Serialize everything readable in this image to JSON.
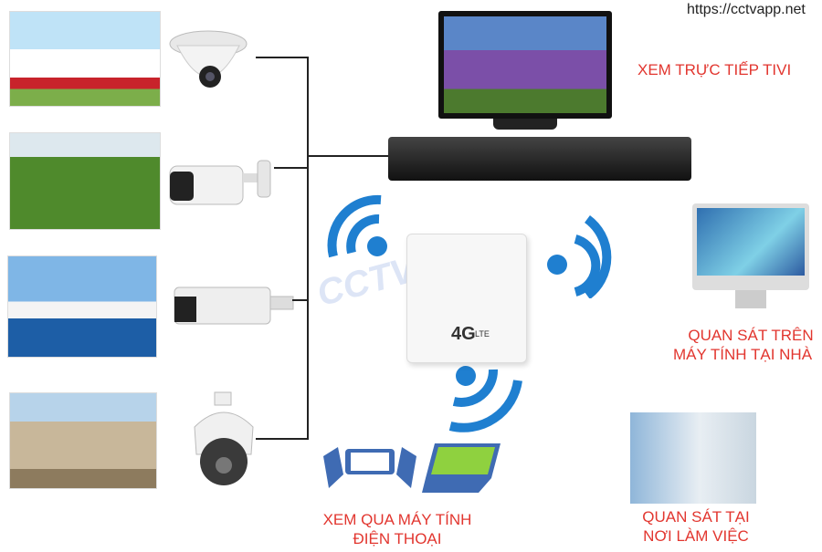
{
  "website": "https://cctvapp.net",
  "watermark": "CCTV APP",
  "router_badge": {
    "main": "4G",
    "sub": "LTE"
  },
  "labels": {
    "tv": "XEM TRỰC TIẾP TIVI",
    "home_pc": [
      "QUAN SÁT TRÊN",
      "MÁY TÍNH TẠI NHÀ"
    ],
    "mobile": [
      "XEM QUA MÁY TÍNH",
      "ĐIỆN THOẠI"
    ],
    "office": [
      "QUAN SÁT TẠI",
      "NƠI LÀM VIỆC"
    ]
  },
  "colors": {
    "label": "#e2362f",
    "wifi": "#1f7fd0",
    "wire": "#222222"
  }
}
